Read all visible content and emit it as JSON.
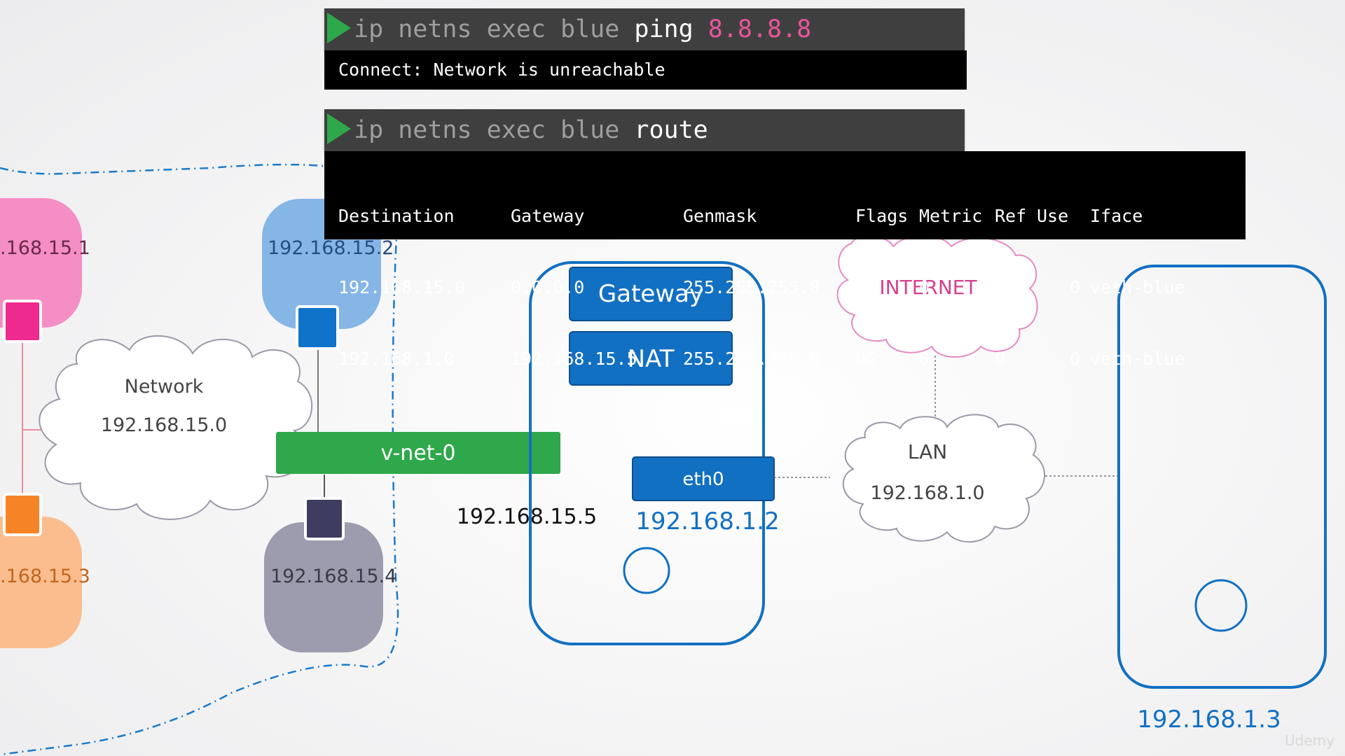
{
  "commands": {
    "ping": {
      "kw": "ip netns exec blue",
      "arg": "ping",
      "target": "8.8.8.8",
      "output": "Connect: Network is unreachable"
    },
    "route": {
      "kw": "ip netns exec blue",
      "arg": "route",
      "headers": [
        "Destination",
        "Gateway",
        "Genmask",
        "Flags",
        "Metric",
        "Ref",
        "Use",
        "Iface"
      ],
      "rows": [
        [
          "192.168.15.0",
          "0.0.0.0",
          "255.255.255.0",
          "U",
          "0",
          "0",
          "0",
          "veth-blue"
        ],
        [
          "192.168.1.0",
          "192.168.15.5",
          "255.255.255.0",
          "UG",
          "0",
          "0",
          "0",
          "veth-blue"
        ]
      ]
    }
  },
  "namespaces": {
    "pink": ".168.15.1",
    "blue": "192.168.15.2",
    "orange": ".168.15.3",
    "gray": "192.168.15.4"
  },
  "network_cloud": {
    "title": "Network",
    "subnet": "192.168.15.0"
  },
  "bridge": {
    "label": "v-net-0",
    "ip": "192.168.15.5"
  },
  "host": {
    "gateway_label": "Gateway",
    "nat_label": "NAT",
    "eth_label": "eth0",
    "eth_ip": "192.168.1.2"
  },
  "internet": {
    "label": "INTERNET"
  },
  "lan": {
    "title": "LAN",
    "subnet": "192.168.1.0"
  },
  "remote_host": {
    "ip": "192.168.1.3"
  },
  "watermark": "Udemy",
  "colors": {
    "terminal_bar": "#3f3f3f",
    "prompt_green": "#2ea84a",
    "pink_ns": "#f48ec4",
    "pink_port": "#ee2a8f",
    "blue_ns": "#85b6e6",
    "blue_port": "#0f73c9",
    "orange_ns": "#fbbd8e",
    "orange_port": "#f68427",
    "gray_ns": "#9d9cae",
    "gray_port": "#3e3d60",
    "bridge_green": "#2ea84a",
    "host_blue": "#1270c3",
    "internet_pink": "#d63f8c"
  }
}
